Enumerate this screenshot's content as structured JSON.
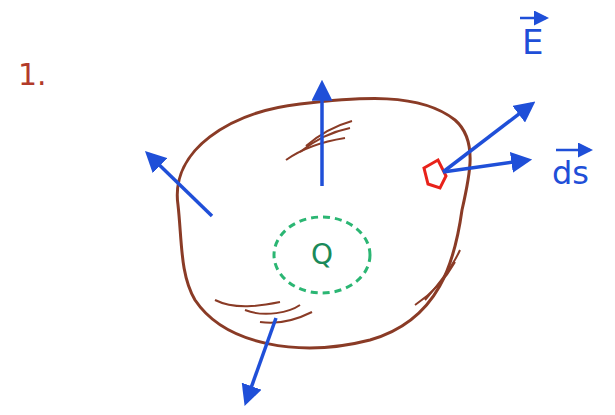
{
  "diagram": {
    "nodes": [
      {
        "text": [
          "Q"
        ]
      }
    ],
    "labels": [
      "1.",
      "E",
      "ds"
    ]
  }
}
